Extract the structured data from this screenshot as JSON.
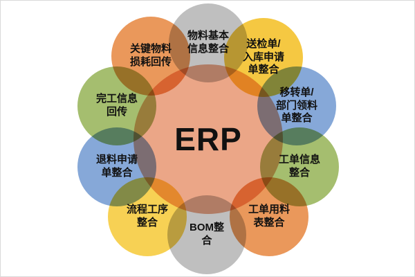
{
  "diagram": {
    "title": "ERP integration diagram",
    "center": {
      "label": "ERP",
      "color": "#EBA687"
    },
    "nodes": [
      {
        "label": "物料基本信息整合",
        "color": "#BFBFBF"
      },
      {
        "label": "送检单/入库申请单整合",
        "color": "#F5C842"
      },
      {
        "label": "移转单/部门领料单整合",
        "color": "#86A8D8"
      },
      {
        "label": "工单信息整合",
        "color": "#A5BE6F"
      },
      {
        "label": "工单用料表整合",
        "color": "#EA985B"
      },
      {
        "label": "BOM整合",
        "color": "#BFBFBF"
      },
      {
        "label": "流程工序整合",
        "color": "#F7D154"
      },
      {
        "label": "退料申请单整合",
        "color": "#86A8D8"
      },
      {
        "label": "完工信息回传",
        "color": "#A5BE6F"
      },
      {
        "label": "关键物料损耗回传",
        "color": "#EA985B"
      }
    ]
  }
}
